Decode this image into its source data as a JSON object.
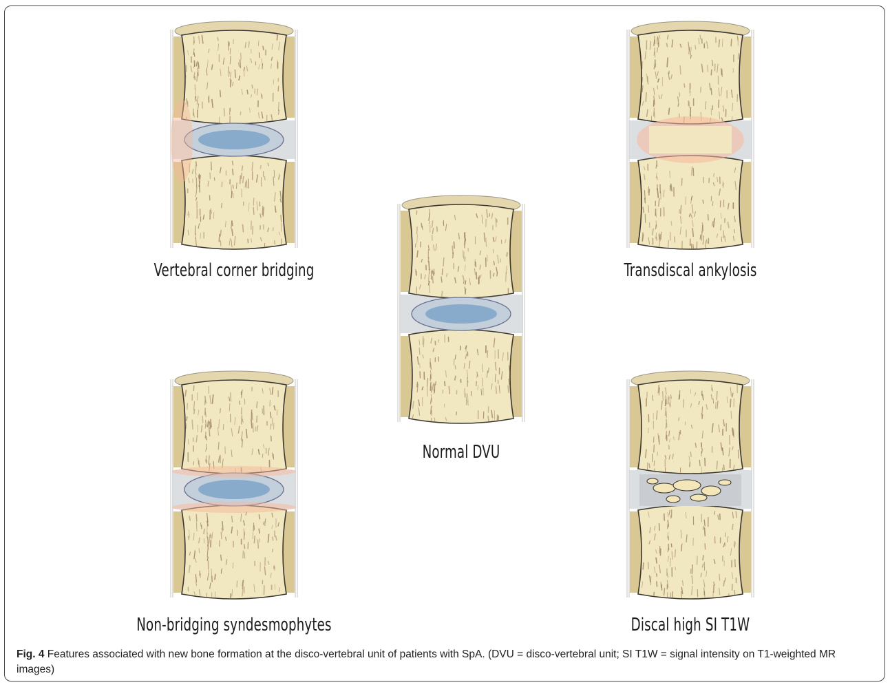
{
  "figure": {
    "panels": [
      {
        "id": "vertebral-corner-bridging",
        "label": "Vertebral corner bridging",
        "variant": "corner"
      },
      {
        "id": "transdiscal-ankylosis",
        "label": "Transdiscal ankylosis",
        "variant": "ankylosis"
      },
      {
        "id": "normal-dvu",
        "label": "Normal DVU",
        "variant": "normal"
      },
      {
        "id": "non-bridging-syndesmophytes",
        "label": "Non-bridging syndesmophytes",
        "variant": "syndesmophytes"
      },
      {
        "id": "discal-high-si-t1w",
        "label": "Discal high SI T1W",
        "variant": "highsi"
      }
    ],
    "caption_label": "Fig. 4",
    "caption_text": "Features associated with new bone formation at the disco-vertebral unit of patients with SpA. (DVU = disco-vertebral unit; SI T1W = signal intensity on T1-weighted MR images)",
    "colors": {
      "bone": "#f1e7c0",
      "bone_outline": "#3a3630",
      "trabecula": "#8a6a48",
      "disc_outer": "#d6d9dd",
      "nucleus": "#7fa4c8",
      "cortex_side": "#b99a3c",
      "inflammation": "#f7b89a"
    }
  }
}
